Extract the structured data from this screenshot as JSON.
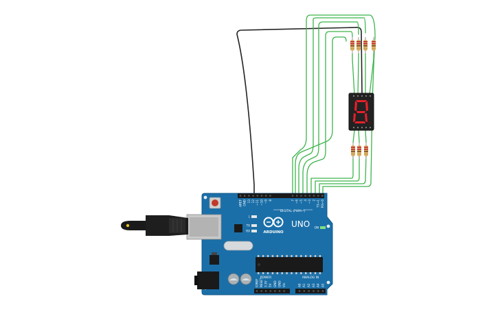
{
  "board": {
    "model_label": "UNO",
    "brand_label": "ARDUINO",
    "digital_header_label": "DIGITAL (PWM~)",
    "power_label": "POWER",
    "analog_label": "ANALOG IN",
    "on_label": "ON",
    "led_labels": [
      "L",
      "TX",
      "RX"
    ],
    "top_pin_labels": [
      "AREF",
      "GND",
      "13",
      "12",
      "~11",
      "~10",
      "~9",
      "8",
      "7",
      "~6",
      "~5",
      "4",
      "~3",
      "2",
      "TX→1",
      "RX←0"
    ],
    "power_pin_labels": [
      "IOREF",
      "RESET",
      "3.3V",
      "5V",
      "GND",
      "GND",
      "Vin"
    ],
    "analog_pin_labels": [
      "A0",
      "A1",
      "A2",
      "A3",
      "A4",
      "A5"
    ]
  },
  "display": {
    "digit_shown": "8",
    "segment_color": "#e8202a",
    "body_color": "#222222"
  },
  "colors": {
    "board_blue": "#1b6fa8",
    "wire_green": "#3cb44b",
    "wire_black": "#222222",
    "resistor_body": "#d8b06a"
  }
}
